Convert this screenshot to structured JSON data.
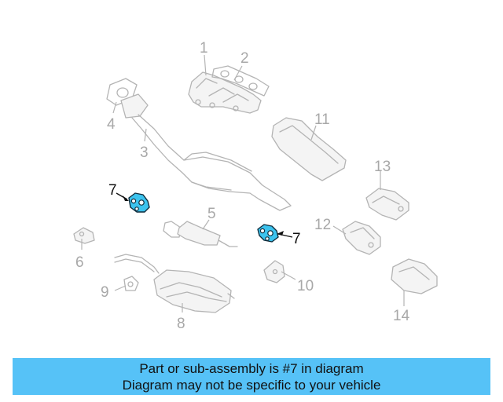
{
  "diagram": {
    "labels": {
      "n1": "1",
      "n2": "2",
      "n3": "3",
      "n4": "4",
      "n5": "5",
      "n6": "6",
      "n7a": "7",
      "n7b": "7",
      "n8": "8",
      "n9": "9",
      "n10": "10",
      "n11": "11",
      "n12": "12",
      "n13": "13",
      "n14": "14"
    },
    "colors": {
      "highlight": "#3cc3ee",
      "banner": "#56c2f7",
      "line": "#b4b4b4"
    }
  },
  "banner": {
    "line1": "Part or sub-assembly is #7 in diagram",
    "line2": "Diagram may not be specific to your vehicle"
  }
}
